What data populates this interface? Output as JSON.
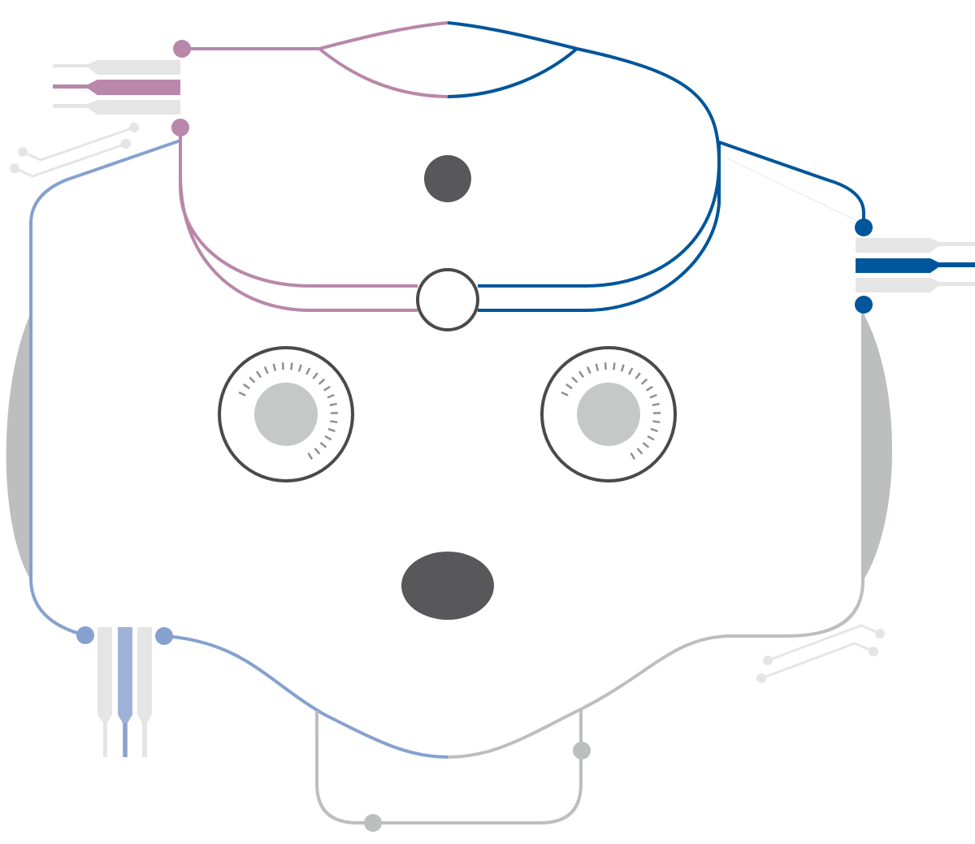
{
  "colors": {
    "pink": "#b887a9",
    "navy": "#00569a",
    "lightblue": "#86a1cf",
    "gray": "#bdbebe",
    "lightgray": "#e5e5e5",
    "darkgray": "#58585a",
    "outline": "#4a4a4a",
    "knob": "#c6c7c7",
    "tick": "#909090"
  },
  "connectors": {
    "top_left": {
      "color": "pink",
      "plugs": 3,
      "active_plug": 2
    },
    "right": {
      "color": "navy",
      "plugs": 3,
      "active_plug": 2
    },
    "bottom_left": {
      "color": "lightblue",
      "plugs": 3,
      "active_plug": 2
    }
  },
  "dials": [
    {
      "name": "left-dial",
      "tick_count": 22
    },
    {
      "name": "right-dial",
      "tick_count": 22
    }
  ]
}
